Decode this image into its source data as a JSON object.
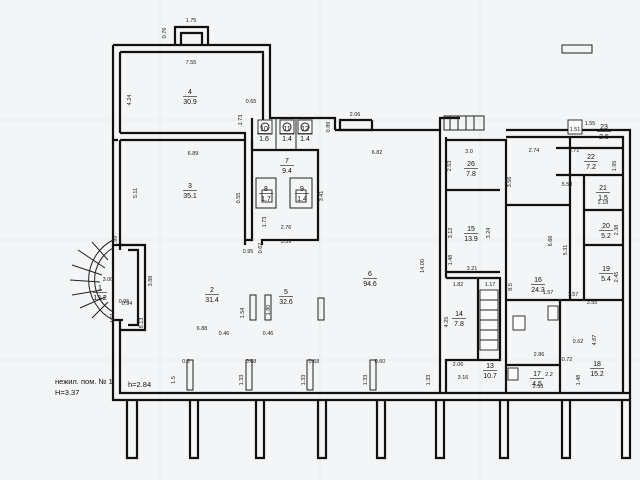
{
  "title_note": {
    "line1": "нежил. пом. № 1",
    "line2": "Н=3.37",
    "height_label": "h=2.84"
  },
  "rooms": [
    {
      "num": "1",
      "area": "13.2"
    },
    {
      "num": "2",
      "area": "31.4"
    },
    {
      "num": "3",
      "area": "35.1"
    },
    {
      "num": "4",
      "area": "30.9"
    },
    {
      "num": "5",
      "area": "32.6"
    },
    {
      "num": "6",
      "area": "94.6"
    },
    {
      "num": "7",
      "area": "9.4"
    },
    {
      "num": "8",
      "area": "1.7"
    },
    {
      "num": "9",
      "area": "1.4"
    },
    {
      "num": "10",
      "area": "1.6"
    },
    {
      "num": "11",
      "area": "1.4"
    },
    {
      "num": "12",
      "area": "1.4"
    },
    {
      "num": "13",
      "area": "10.7"
    },
    {
      "num": "14",
      "area": "7.8"
    },
    {
      "num": "15",
      "area": "13.9"
    },
    {
      "num": "16",
      "area": "24.3"
    },
    {
      "num": "17",
      "area": "4.5"
    },
    {
      "num": "18",
      "area": "15.2"
    },
    {
      "num": "19",
      "area": "5.4"
    },
    {
      "num": "20",
      "area": "5.2"
    },
    {
      "num": "21",
      "area": "1.5"
    },
    {
      "num": "22",
      "area": "7.2"
    },
    {
      "num": "23",
      "area": "2.5"
    },
    {
      "num": "26",
      "area": "7.8"
    }
  ],
  "dimensions": [
    "1.75",
    "0.76",
    "7.55",
    "4.24",
    "0.65",
    "1.73",
    "2.06",
    "0.89",
    "6.89",
    "5.11",
    "0.55",
    "6.82",
    "2.53",
    "3.0",
    "2.74",
    "3.71",
    "1.95",
    "3.56",
    "5.53",
    "2.18",
    "2.76",
    "3.59",
    "0.95",
    "0.62",
    "1.73",
    "3.41",
    "1.48",
    "3.21",
    "1.82",
    "1.17",
    "3.12",
    "3.24",
    "14.00",
    "6.66",
    "5.31",
    "1.57",
    "3.55",
    "2.38",
    "2.45",
    "1.99",
    "3.00",
    "3.88",
    "0.94",
    "0.96",
    "1.11",
    "8.13",
    "6.88",
    "1.54",
    "1.80",
    "0.46",
    "0.46",
    "0.6",
    "0.68",
    "0.68",
    "0.60",
    "1.5",
    "1.33",
    "1.33",
    "1.33",
    "1.33",
    "4.25",
    "2.86",
    "0.72",
    "4.67",
    "1.48",
    "2.2",
    "2.06",
    "3.16",
    "2.53",
    "8.5",
    "1.57",
    "0.62",
    "1.51",
    "1.55"
  ]
}
